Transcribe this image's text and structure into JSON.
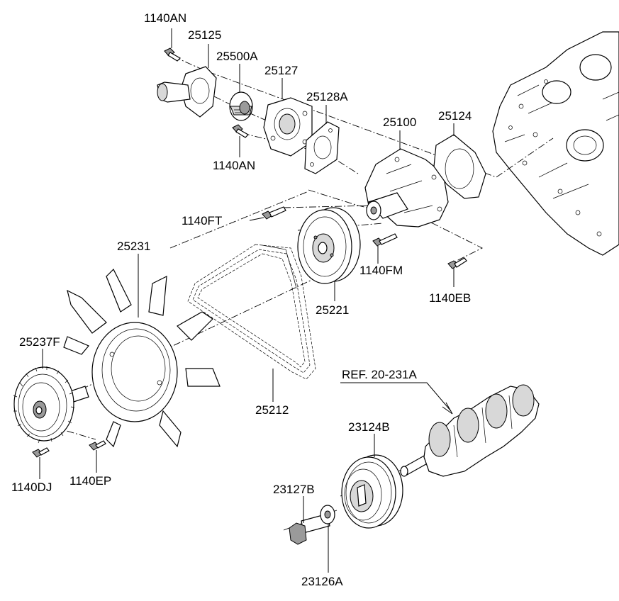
{
  "labels": {
    "p1140AN_top": "1140AN",
    "p25125": "25125",
    "p25500A": "25500A",
    "p25127": "25127",
    "p25128A": "25128A",
    "p1140AN_mid": "1140AN",
    "p25100": "25100",
    "p25124": "25124",
    "p1140FT": "1140FT",
    "p25231": "25231",
    "p1140FM": "1140FM",
    "p1140EB": "1140EB",
    "p25221": "25221",
    "p25237F": "25237F",
    "p25212": "25212",
    "ref": "REF. 20-231A",
    "p23124B": "23124B",
    "p23127B": "23127B",
    "p1140DJ": "1140DJ",
    "p1140EP": "1140EP",
    "p23126A": "23126A"
  }
}
